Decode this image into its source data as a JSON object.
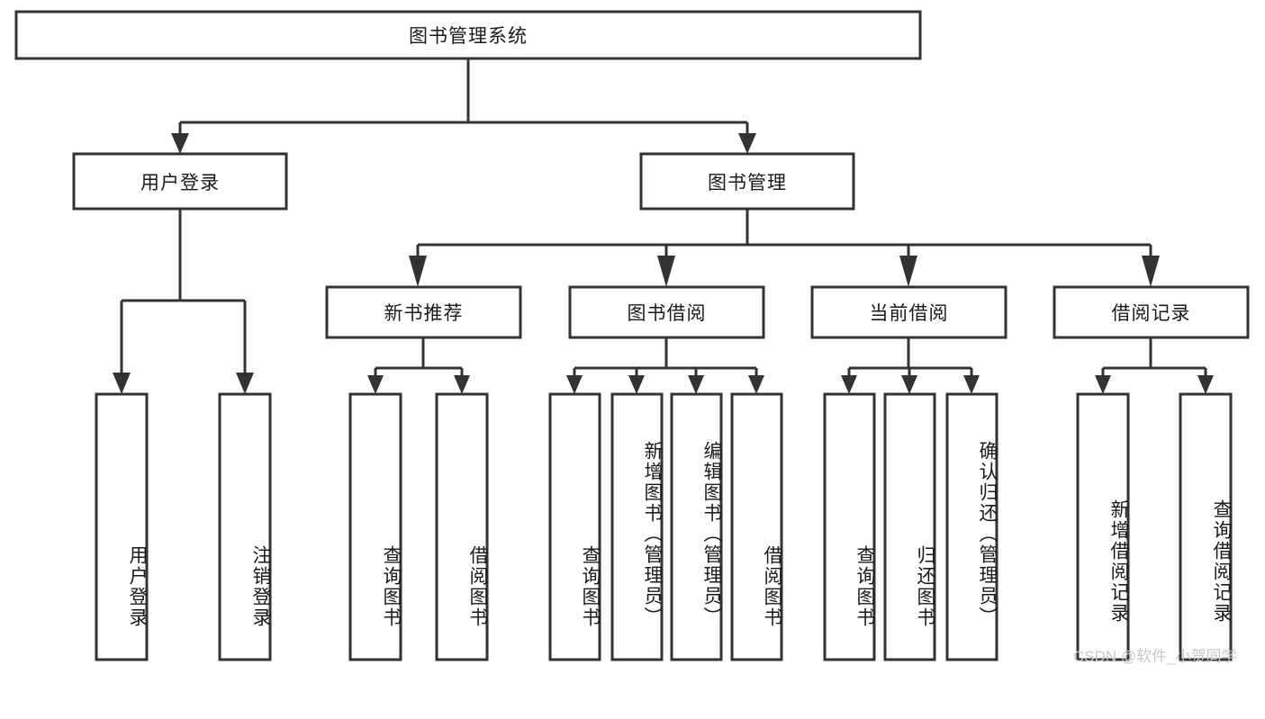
{
  "diagram": {
    "type": "tree-hierarchy",
    "title": "图书管理系统",
    "watermark": "CSDN @软件_小贺同学",
    "colors": {
      "stroke": "#333333",
      "fill": "#ffffff",
      "text": "#1a1a1a",
      "watermark": "#c9c9c9"
    },
    "nodes": {
      "root": {
        "label": "图书管理系统",
        "orientation": "horizontal"
      },
      "level2": [
        {
          "label": "用户登录",
          "orientation": "horizontal"
        },
        {
          "label": "图书管理",
          "orientation": "horizontal"
        }
      ],
      "level3": [
        {
          "label": "新书推荐",
          "orientation": "horizontal"
        },
        {
          "label": "图书借阅",
          "orientation": "horizontal"
        },
        {
          "label": "当前借阅",
          "orientation": "horizontal"
        },
        {
          "label": "借阅记录",
          "orientation": "horizontal"
        }
      ],
      "leaves_user_login": [
        {
          "label": "用户登录",
          "orientation": "vertical"
        },
        {
          "label": "注销登录",
          "orientation": "vertical"
        }
      ],
      "leaves_new_books": [
        {
          "label": "查询图书",
          "orientation": "vertical"
        },
        {
          "label": "借阅图书",
          "orientation": "vertical"
        }
      ],
      "leaves_borrow": [
        {
          "label": "查询图书",
          "orientation": "vertical"
        },
        {
          "label": "新增图书（管理员）",
          "orientation": "vertical"
        },
        {
          "label": "编辑图书（管理员）",
          "orientation": "vertical"
        },
        {
          "label": "借阅图书",
          "orientation": "vertical"
        }
      ],
      "leaves_current": [
        {
          "label": "查询图书",
          "orientation": "vertical"
        },
        {
          "label": "归还图书",
          "orientation": "vertical"
        },
        {
          "label": "确认归还（管理员）",
          "orientation": "vertical"
        }
      ],
      "leaves_records": [
        {
          "label": "新增借阅记录",
          "orientation": "vertical"
        },
        {
          "label": "查询借阅记录",
          "orientation": "vertical"
        }
      ]
    }
  }
}
